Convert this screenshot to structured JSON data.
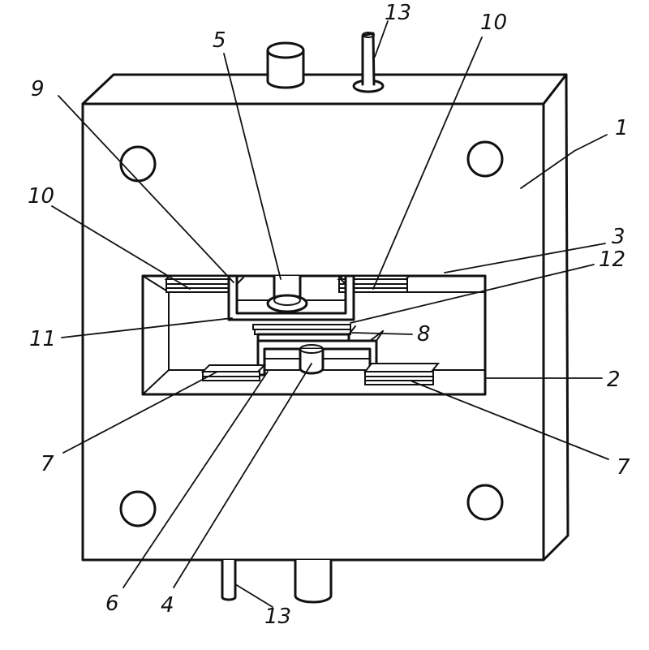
{
  "labels": {
    "l1": "1",
    "l2": "2",
    "l3": "3",
    "l4": "4",
    "l5": "5",
    "l6": "6",
    "l7a": "7",
    "l7b": "7",
    "l8": "8",
    "l9": "9",
    "l10a": "10",
    "l10b": "10",
    "l11": "11",
    "l12": "12",
    "l13a": "13",
    "l13b": "13"
  }
}
